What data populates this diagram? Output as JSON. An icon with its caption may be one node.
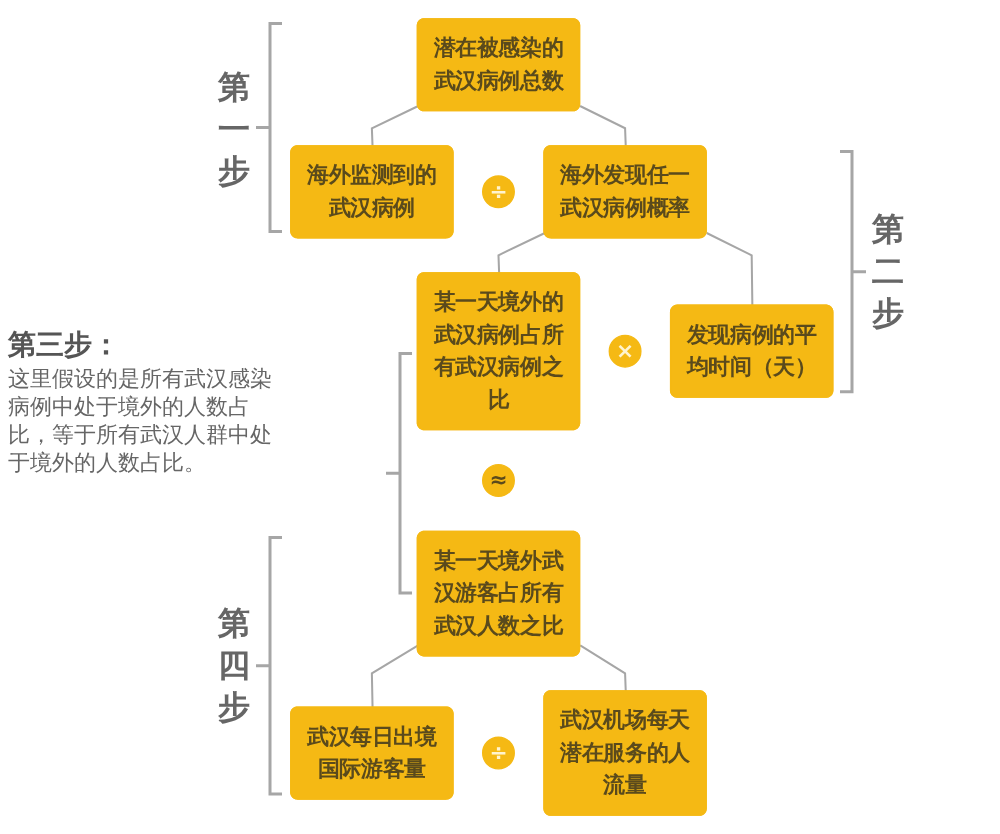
{
  "diagram": {
    "nodes": [
      {
        "text": [
          "潜在被感染的武汉病例总数"
        ]
      },
      {
        "text": [
          "海外监测到的武汉病例"
        ]
      },
      {
        "text": [
          "÷"
        ]
      },
      {
        "text": [
          "海外发现任一武汉病例概率"
        ]
      },
      {
        "text": [
          "某一天境外的武汉病例占所有武汉病例之比"
        ]
      },
      {
        "text": [
          "×"
        ]
      },
      {
        "text": [
          "发现病例的平均时间（天）"
        ]
      },
      {
        "text": [
          "≈"
        ]
      },
      {
        "text": [
          "某一天境外武汉游客占所有武汉人数之比"
        ]
      },
      {
        "text": [
          "武汉每日出境国际游客量"
        ]
      },
      {
        "text": [
          "÷"
        ]
      },
      {
        "text": [
          "武汉机场每天潜在服务的人流量"
        ]
      }
    ],
    "edges": [
      {
        "from": 0,
        "to": 1,
        "arrow": "none"
      },
      {
        "from": 0,
        "to": 3,
        "arrow": "none"
      },
      {
        "from": 3,
        "to": 4,
        "arrow": "none"
      },
      {
        "from": 3,
        "to": 6,
        "arrow": "none"
      },
      {
        "from": 8,
        "to": 9,
        "arrow": "none"
      },
      {
        "from": 8,
        "to": 11,
        "arrow": "none"
      }
    ],
    "labels": [
      "第一步",
      "第二步",
      "第三步：",
      "这里假设的是所有武汉感染病例中处于境外的人数占比，等于所有武汉人群中处于境外的人数占比。",
      "第四步"
    ]
  }
}
